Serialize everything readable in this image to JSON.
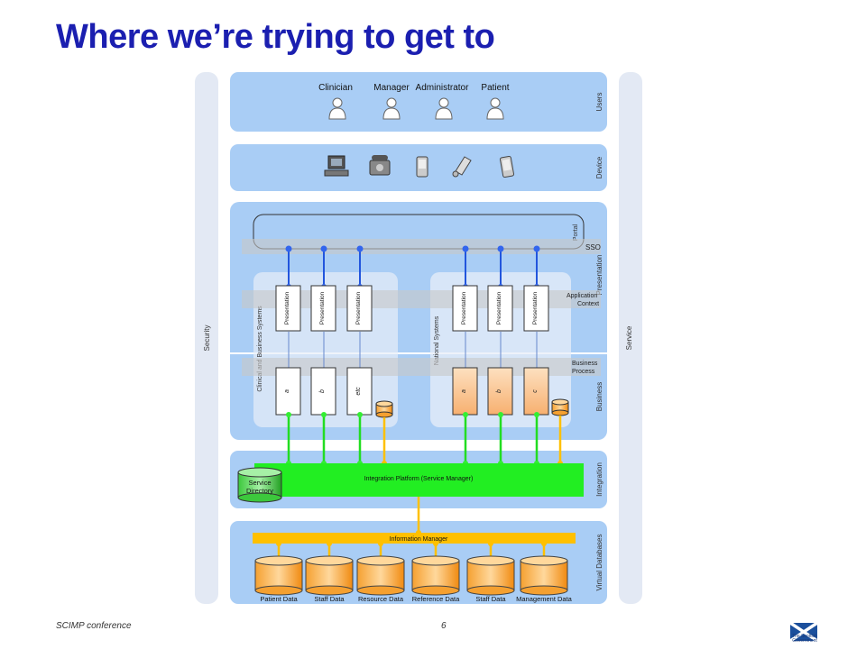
{
  "slide": {
    "title": "Where we’re trying to get to"
  },
  "footer": {
    "left": "SCIMP conference",
    "page": "6"
  },
  "logo": {
    "line1": "The Scottish",
    "line2": "Government"
  },
  "diagram": {
    "side_left": "Security",
    "side_right": "Service",
    "layers": {
      "users": "Users",
      "device": "Device",
      "presentation": "Presentation",
      "portal": "Portal",
      "sso": "SSO",
      "app_context_1": "Application",
      "app_context_2": "Context",
      "business_process_1": "Business",
      "business_process_2": "Process",
      "business": "Business",
      "integration": "Integration",
      "virtual_databases": "Virtual Databases"
    },
    "users": [
      "Clinician",
      "Manager",
      "Administrator",
      "Patient"
    ],
    "groups": {
      "left": "Clinical and Business Systems",
      "right": "National Systems"
    },
    "presentation_label": "Presentation",
    "business_left": [
      "a",
      "b",
      "etc"
    ],
    "business_right": [
      "a",
      "b",
      "c"
    ],
    "integration_platform": "Integration Platform (Service Manager)",
    "service_directory_1": "Service",
    "service_directory_2": "Directory",
    "information_manager": "Information Manager",
    "databases": [
      "Patient Data",
      "Staff Data",
      "Resource Data",
      "Reference Data",
      "Staff Data",
      "Management Data"
    ]
  },
  "colors": {
    "title": "#1b1fb0",
    "layer_blue": "#a9cdf5",
    "side_bar": "#e3e9f4",
    "integration_green": "#22ee22",
    "info_manager_yellow": "#ffc000",
    "business_orange": "#fbc590"
  }
}
